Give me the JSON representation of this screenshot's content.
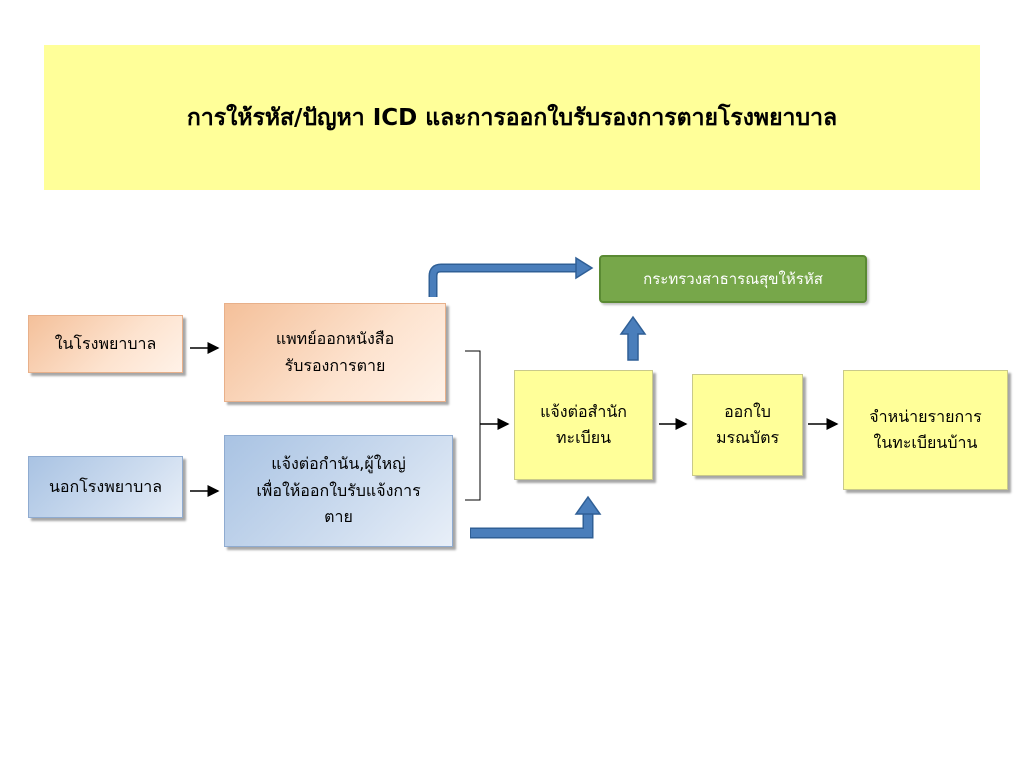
{
  "title": "การให้รหัส/ปัญหา ICD และการออกใบรับรองการตายโรงพยาบาล",
  "nodes": {
    "in_hospital": "ในโรงพยาบาล",
    "out_hospital": "นอกโรงพยาบาล",
    "doctor_certificate": "แพทย์ออกหนังสือ\nรับรองการตาย",
    "notify_headman": "แจ้งต่อกำนัน,ผู้ใหญ่\nเพื่อให้ออกใบรับแจ้งการ\nตาย",
    "notify_registry": "แจ้งต่อสำนัก\nทะเบียน",
    "issue_death_cert": "ออกใบ\nมรณบัตร",
    "remove_registration": "จำหน่ายรายการ\nในทะเบียนบ้าน",
    "moph_coding": "กระทรวงสาธารณสุขให้รหัส"
  },
  "colors": {
    "title_bg": "#ffff99",
    "orange_box": "#fde3cf",
    "blue_box": "#cddcef",
    "yellow_box": "#ffff99",
    "green_box": "#77a74a",
    "block_arrow": "#4a7ebb"
  }
}
